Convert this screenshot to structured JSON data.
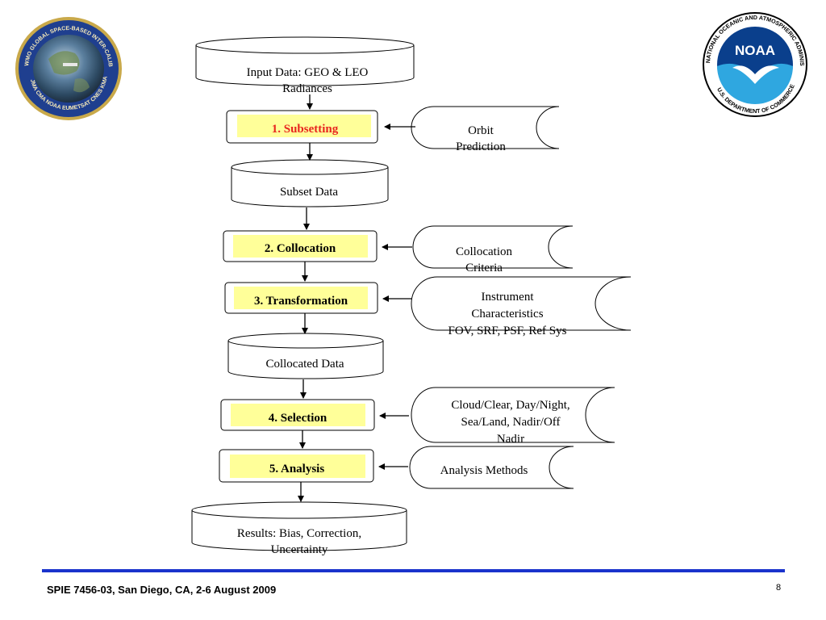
{
  "logos": {
    "left_ring_text": "WMO GLOBAL SPACE-BASED INTER-CALIBRATION SYSTEM",
    "left_ring_bottom": "JMA CMA NOAA EUMETSAT CNES KMA",
    "noaa_wordmark": "NOAA",
    "noaa_ring_top": "NATIONAL OCEANIC AND ATMOSPHERIC ADMINISTRATION",
    "noaa_ring_bottom": "U.S. DEPARTMENT OF COMMERCE"
  },
  "flow": {
    "input": [
      "Input Data: GEO & LEO",
      "Radiances"
    ],
    "step1": "1. Subsetting",
    "subset": "Subset Data",
    "step2": "2. Collocation",
    "step3": "3. Transformation",
    "collocated": "Collocated Data",
    "step4": "4. Selection",
    "step5": "5. Analysis",
    "results": [
      "Results: Bias, Correction,",
      "Uncertainty"
    ]
  },
  "side_inputs": {
    "orbit": [
      "Orbit",
      "Prediction"
    ],
    "criteria": [
      "Collocation",
      "Criteria"
    ],
    "instrument": [
      "Instrument",
      "Characteristics",
      "FOV, SRF, PSF, Ref Sys"
    ],
    "selection": [
      "Cloud/Clear, Day/Night,",
      "Sea/Land, Nadir/Off",
      "Nadir"
    ],
    "methods": "Analysis Methods"
  },
  "colors": {
    "highlight": "#ffff99",
    "step1_text": "#e8251f",
    "footer_rule": "#1a33cc"
  },
  "footer": {
    "text": "SPIE 7456-03, San Diego, CA, 2-6 August 2009",
    "page": "8"
  }
}
